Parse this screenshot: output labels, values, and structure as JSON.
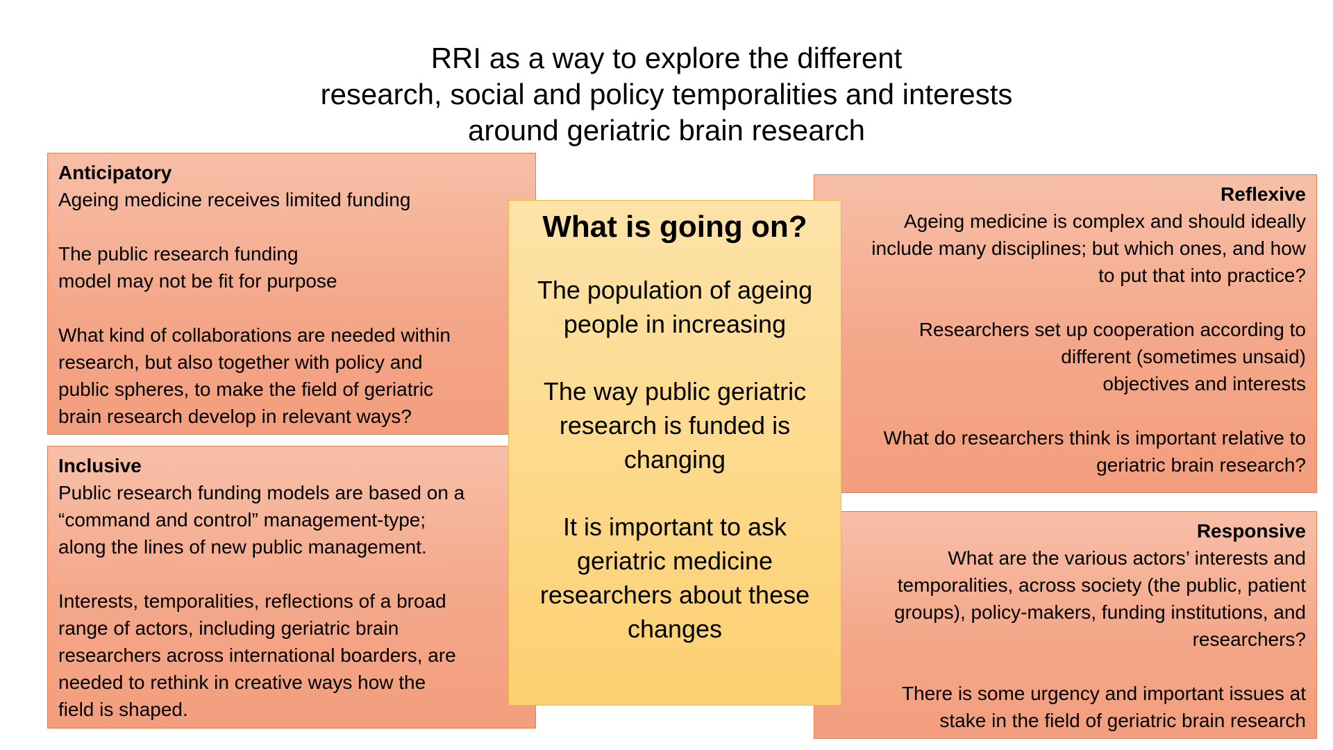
{
  "title": {
    "lines": [
      "RRI as a way to explore the different",
      "research, social and policy temporalities and interests",
      "around geriatric brain research"
    ]
  },
  "anticipatory": {
    "heading": "Anticipatory",
    "paragraphs": [
      [
        "Ageing medicine receives limited funding"
      ],
      [
        "The public research funding",
        "model may not be fit for purpose"
      ],
      [
        "What kind of collaborations are needed within",
        "research, but also together with policy and",
        "public spheres, to make the field of geriatric",
        "brain research develop in relevant ways?"
      ]
    ]
  },
  "inclusive": {
    "heading": "Inclusive",
    "paragraphs": [
      [
        "Public research funding models are based on a",
        "“command and control” management-type;",
        "along the lines of new public management."
      ],
      [
        "Interests, temporalities, reflections of a broad",
        "range of actors, including geriatric brain",
        "researchers across international boarders, are",
        "needed to rethink in creative ways how the",
        "field is shaped."
      ]
    ]
  },
  "center": {
    "heading": "What is going on?",
    "paragraphs": [
      [
        "The population of ageing",
        "people in increasing"
      ],
      [
        "The way public geriatric",
        "research is funded is",
        "changing"
      ],
      [
        "It is important to ask",
        "geriatric medicine",
        "researchers about these",
        "changes"
      ]
    ]
  },
  "reflexive": {
    "heading": "Reflexive",
    "paragraphs": [
      [
        "Ageing medicine is complex and should ideally",
        "include many disciplines; but which ones, and how",
        "to put that into practice?"
      ],
      [
        "Researchers set up cooperation according to",
        "different (sometimes unsaid)",
        "objectives and interests"
      ],
      [
        "What do researchers think is important relative to",
        "geriatric brain research?"
      ]
    ]
  },
  "responsive": {
    "heading": "Responsive",
    "paragraphs": [
      [
        "What are the various actors’ interests and",
        "temporalities, across society (the public, patient",
        "groups), policy-makers, funding institutions, and",
        "researchers?"
      ],
      [
        "There is some urgency and important issues at",
        "stake in the field of geriatric brain research"
      ]
    ]
  },
  "colors": {
    "side_box_fill": "#f4a789",
    "side_box_border": "#e67e4f",
    "center_box_fill": "#fdd98a",
    "center_box_border": "#e9b84a"
  }
}
